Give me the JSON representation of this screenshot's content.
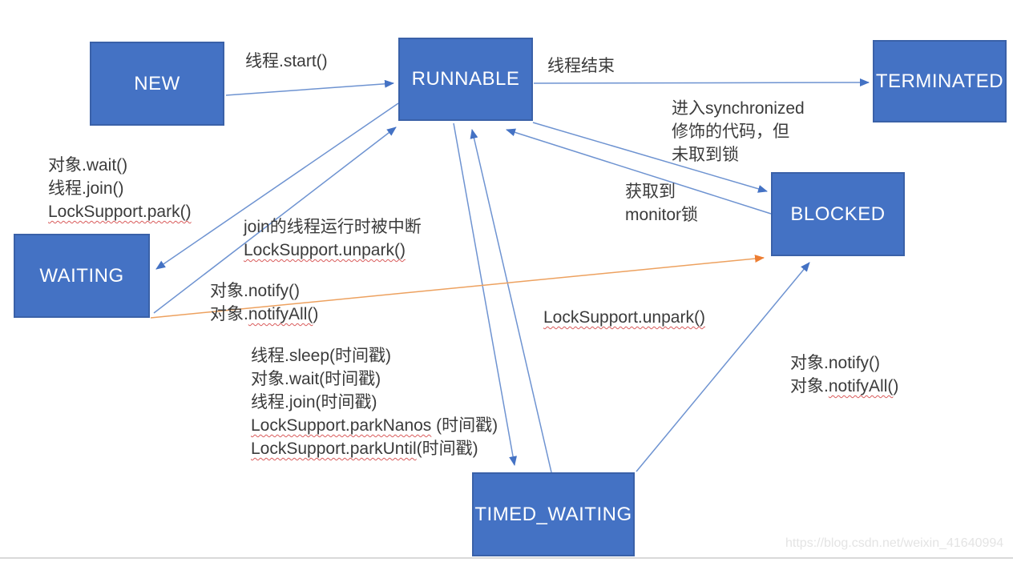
{
  "nodes": {
    "new": {
      "label": "NEW"
    },
    "runnable": {
      "label": "RUNNABLE"
    },
    "terminated": {
      "label": "TERMINATED"
    },
    "blocked": {
      "label": "BLOCKED"
    },
    "waiting": {
      "label": "WAITING"
    },
    "timed_waiting": {
      "label": "TIMED_WAITING"
    }
  },
  "labels": {
    "thread_start": "线程.start()",
    "thread_end": "线程结束",
    "enter_sync_l1": "进入synchronized",
    "enter_sync_l2": "修饰的代码，但",
    "enter_sync_l3": "未取到锁",
    "acquire_l1": "获取到",
    "acquire_l2": "monitor锁",
    "waiting_l1": "对象.wait()",
    "waiting_l2": "线程.join()",
    "waiting_l3": "LockSupport.park()",
    "join_l1": "join的线程运行时被中断",
    "join_l2": "LockSupport.unpark()",
    "notifyleft_l1": "对象.notify()",
    "notifyleft_l2a": "对象.",
    "notifyleft_l2b": "notifyAll(",
    "notifyleft_l2c": ")",
    "timed_l1": "线程.sleep(时间戳)",
    "timed_l2": "对象.wait(时间戳)",
    "timed_l3": "线程.join(时间戳)",
    "timed_l4a": "LockSupport.parkNanos",
    "timed_l4b": " (时间戳)",
    "timed_l5a": "LockSupport.parkUntil",
    "timed_l5b": "(时间戳)",
    "unpark_mid": "LockSupport.unpark()",
    "notifyright_l1": "对象.notify()",
    "notifyright_l2a": "对象.",
    "notifyright_l2b": "notifyAll(",
    "notifyright_l2c": ")"
  },
  "watermark": "https://blog.csdn.net/weixin_41640994",
  "colors": {
    "node_fill": "#4472c4",
    "node_border": "#3a61a8",
    "arrow_blue": "#6e93d1",
    "arrowhead_blue": "#4472c4",
    "arrow_orange": "#eda15f",
    "arrowhead_orange": "#ed7d31",
    "text": "#3b3b3b"
  }
}
